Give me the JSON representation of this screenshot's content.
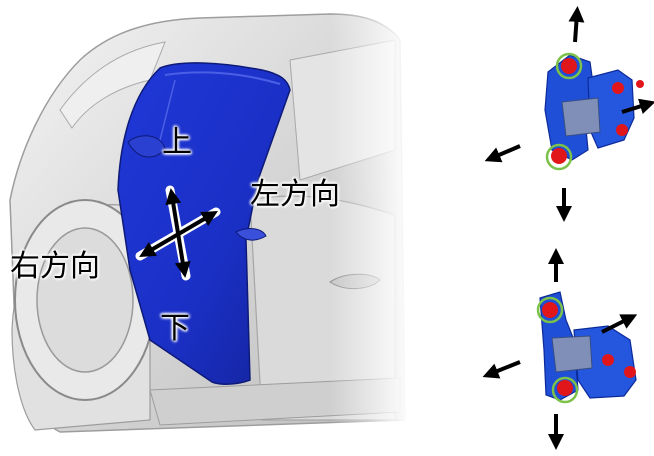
{
  "labels": {
    "up": "上",
    "down": "下",
    "left_direction": "左方向",
    "right_direction": "右方向"
  },
  "colors": {
    "door_panel": "#1a2fc4",
    "bracket": "#1f4fd6",
    "bolt": "#e0161b",
    "bolt_ring": "#7cc24a",
    "car_body": "#d9d9d9",
    "arrow": "#000000"
  },
  "icons": [
    "car-body-illustration",
    "door-panel",
    "adjustment-cross-arrow-icon",
    "upper-hinge-illustration",
    "lower-hinge-illustration",
    "direction-arrow-icon",
    "bolt-icon"
  ]
}
